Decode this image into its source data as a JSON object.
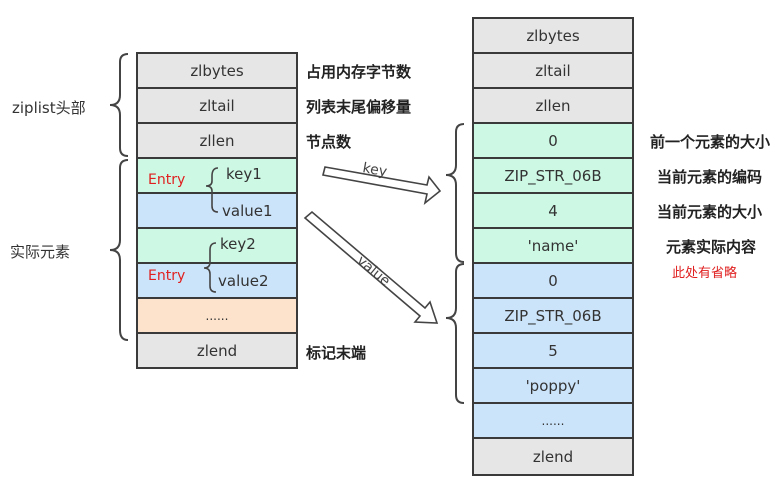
{
  "left_table": {
    "cells": [
      "zlbytes",
      "zltail",
      "zllen",
      "",
      "",
      "",
      "",
      "......",
      "zlend"
    ],
    "entry1": {
      "tag": "Entry",
      "key": "key1",
      "value": "value1"
    },
    "entry2": {
      "tag": "Entry",
      "key": "key2",
      "value": "value2"
    },
    "annotations": {
      "zlbytes": "占用内存字节数",
      "zltail": "列表末尾偏移量",
      "zllen": "节点数",
      "zlend": "标记末端"
    },
    "groups": {
      "header": "ziplist头部",
      "elements": "实际元素"
    }
  },
  "arrows": {
    "key": "key",
    "value": "value"
  },
  "right_table": {
    "cells": [
      "zlbytes",
      "zltail",
      "zllen",
      "0",
      "ZIP_STR_06B",
      "4",
      "'name'",
      "0",
      "ZIP_STR_06B",
      "5",
      "'poppy'",
      "......",
      "zlend"
    ],
    "annotations": [
      "前一个元素的大小",
      "当前元素的编码",
      "当前元素的大小",
      "元素实际内容"
    ],
    "note": "此处有省略"
  },
  "colors": {
    "header": "#e6e6e6",
    "key": "#ccf8e4",
    "value": "#cce4fa",
    "ellipsis": "#fde3cc",
    "border": "#3a3a3a",
    "note": "#e02020"
  }
}
